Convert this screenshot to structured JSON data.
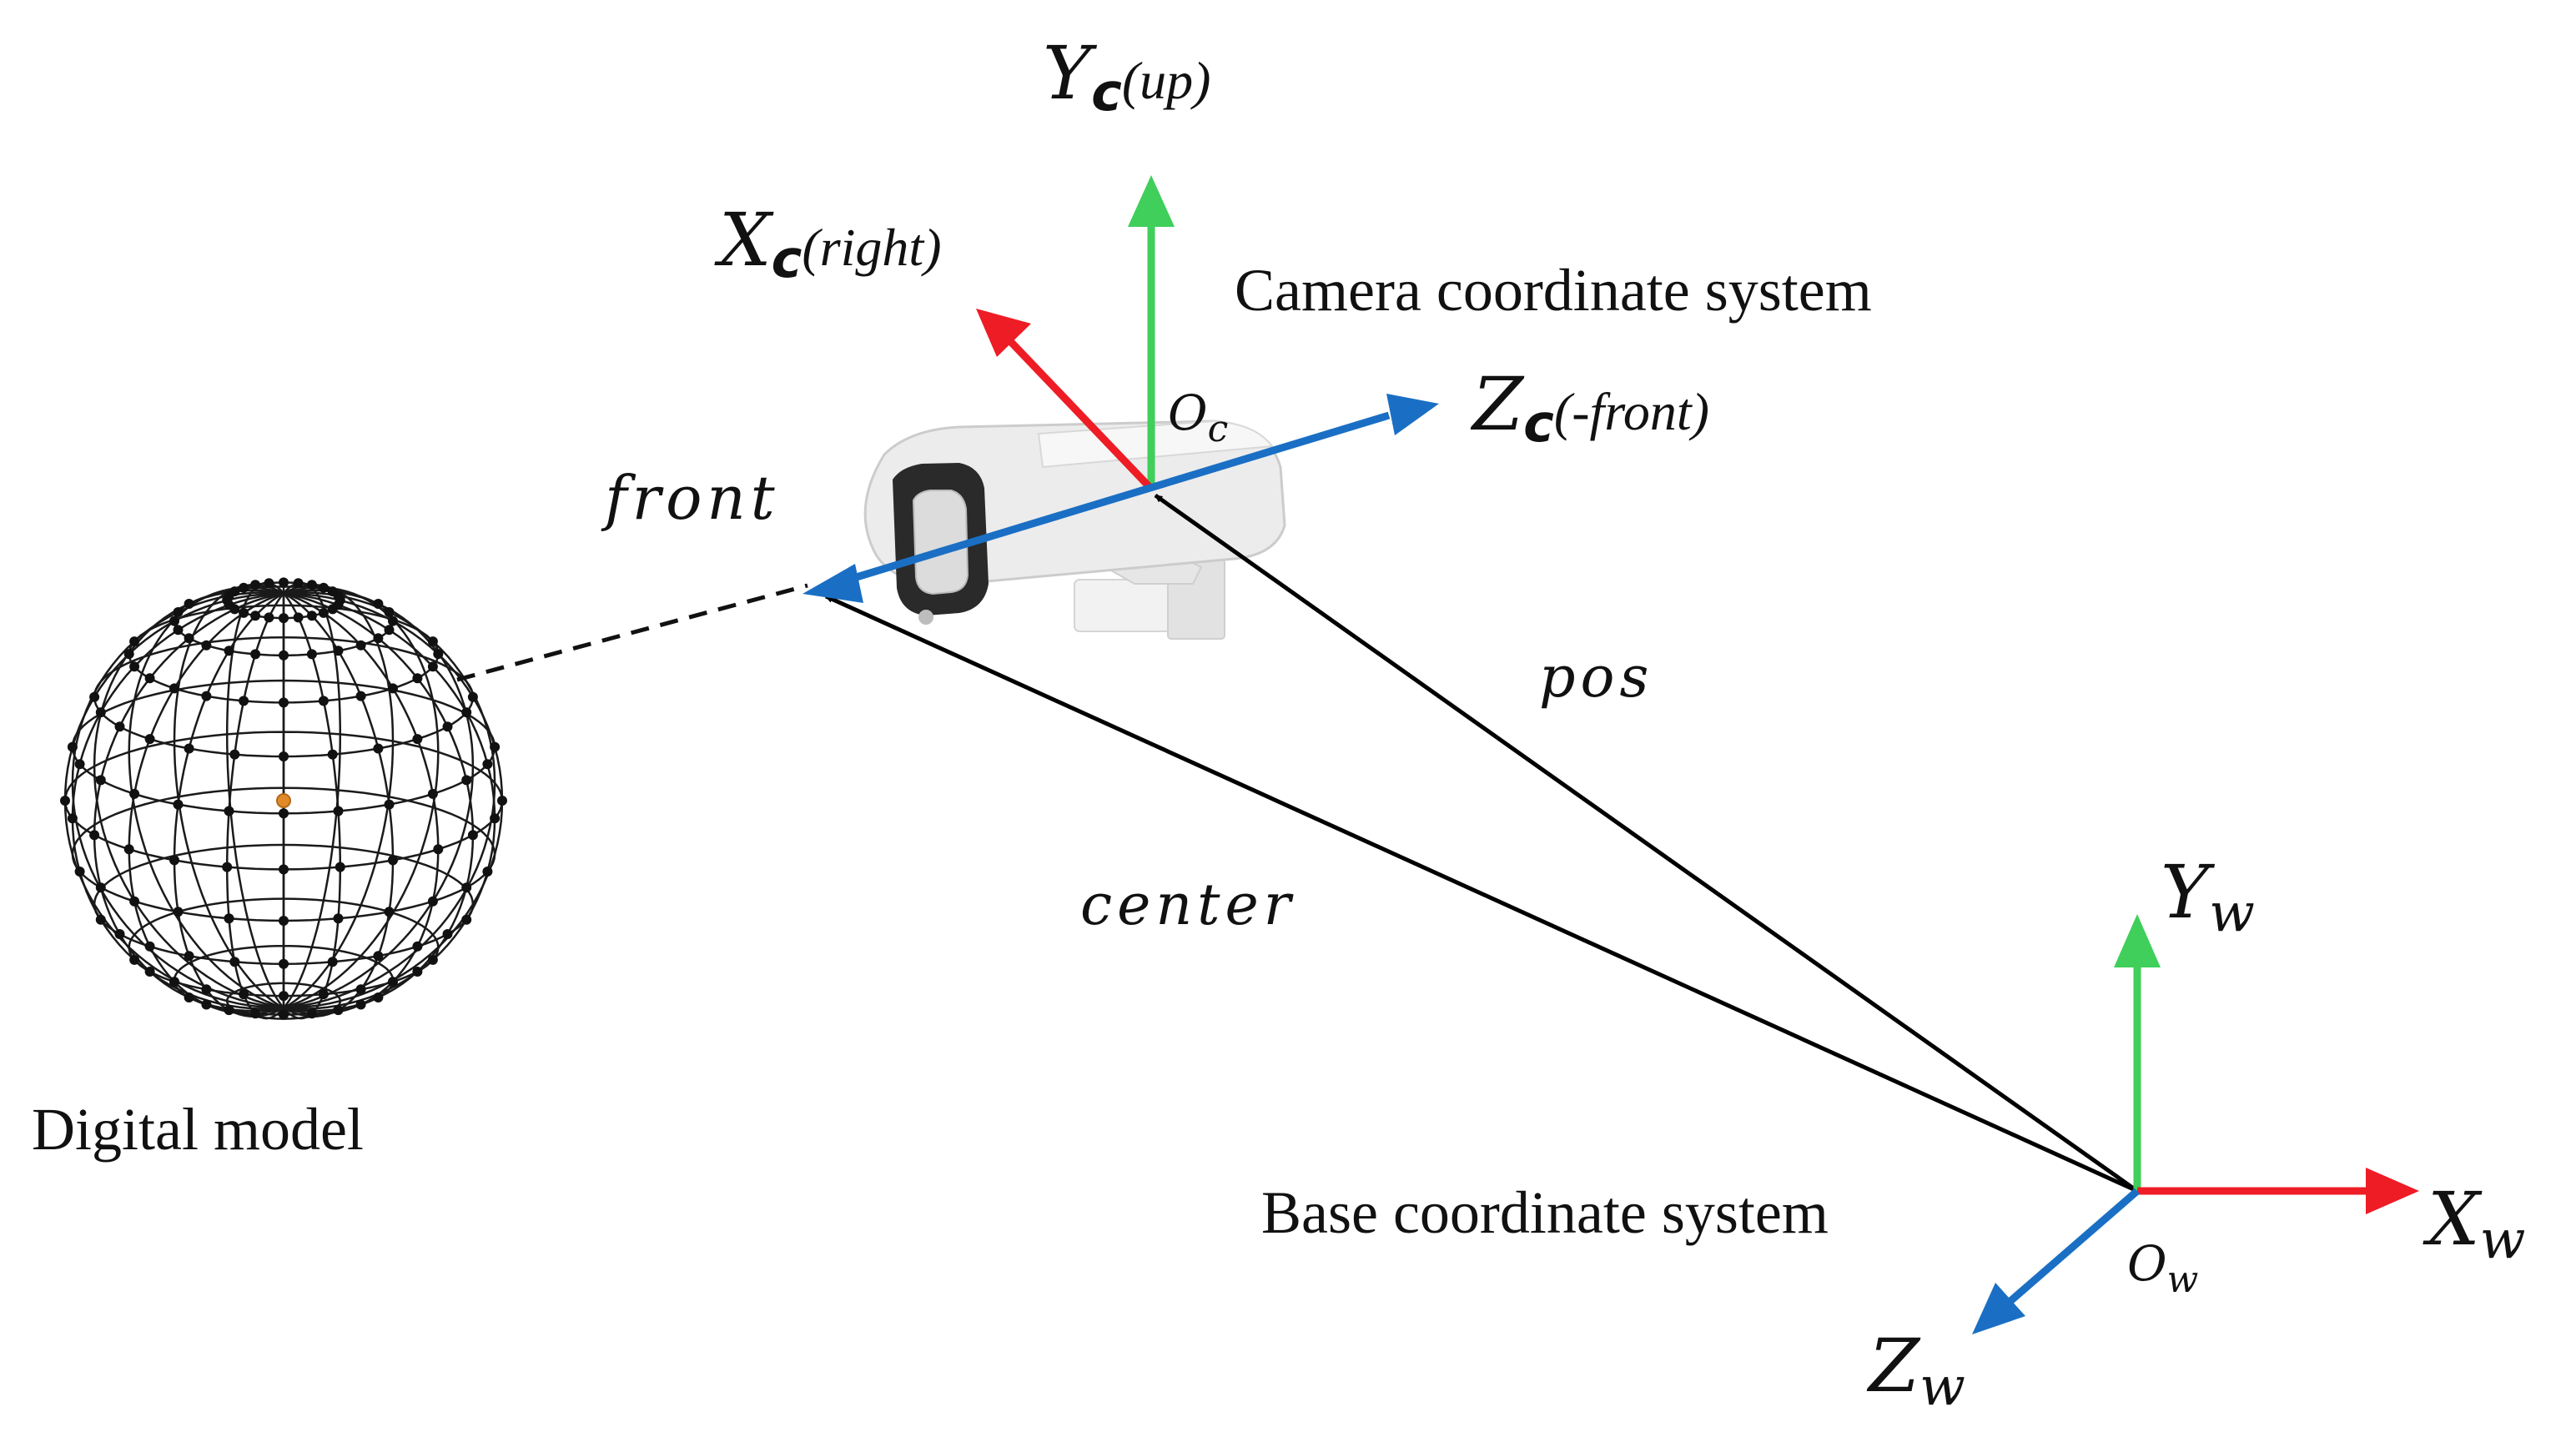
{
  "labels": {
    "yc_main": "Y",
    "yc_sub": "c",
    "yc_paren": "(up)",
    "xc_main": "X",
    "xc_sub": "c",
    "xc_paren": "(right)",
    "zc_main": "Z",
    "zc_sub": "c",
    "zc_paren": "(-front)",
    "oc_main": "O",
    "oc_sub": "c",
    "camera_system": "Camera coordinate system",
    "front": "front",
    "pos": "pos",
    "center": "center",
    "digital_model": "Digital model",
    "yw_main": "Y",
    "yw_sub": "w",
    "xw_main": "X",
    "xw_sub": "w",
    "zw_main": "Z",
    "zw_sub": "w",
    "ow_main": "O",
    "ow_sub": "w",
    "base_system": "Base coordinate system"
  },
  "colors": {
    "x_axis": "#ee1c25",
    "y_axis": "#3fcf5a",
    "z_axis": "#1a6fc4",
    "vector": "#000000",
    "wire": "#1a1a1a",
    "center_dot": "#e08a2a",
    "camera_body": "#ececec",
    "camera_dark": "#2a2a2a"
  }
}
